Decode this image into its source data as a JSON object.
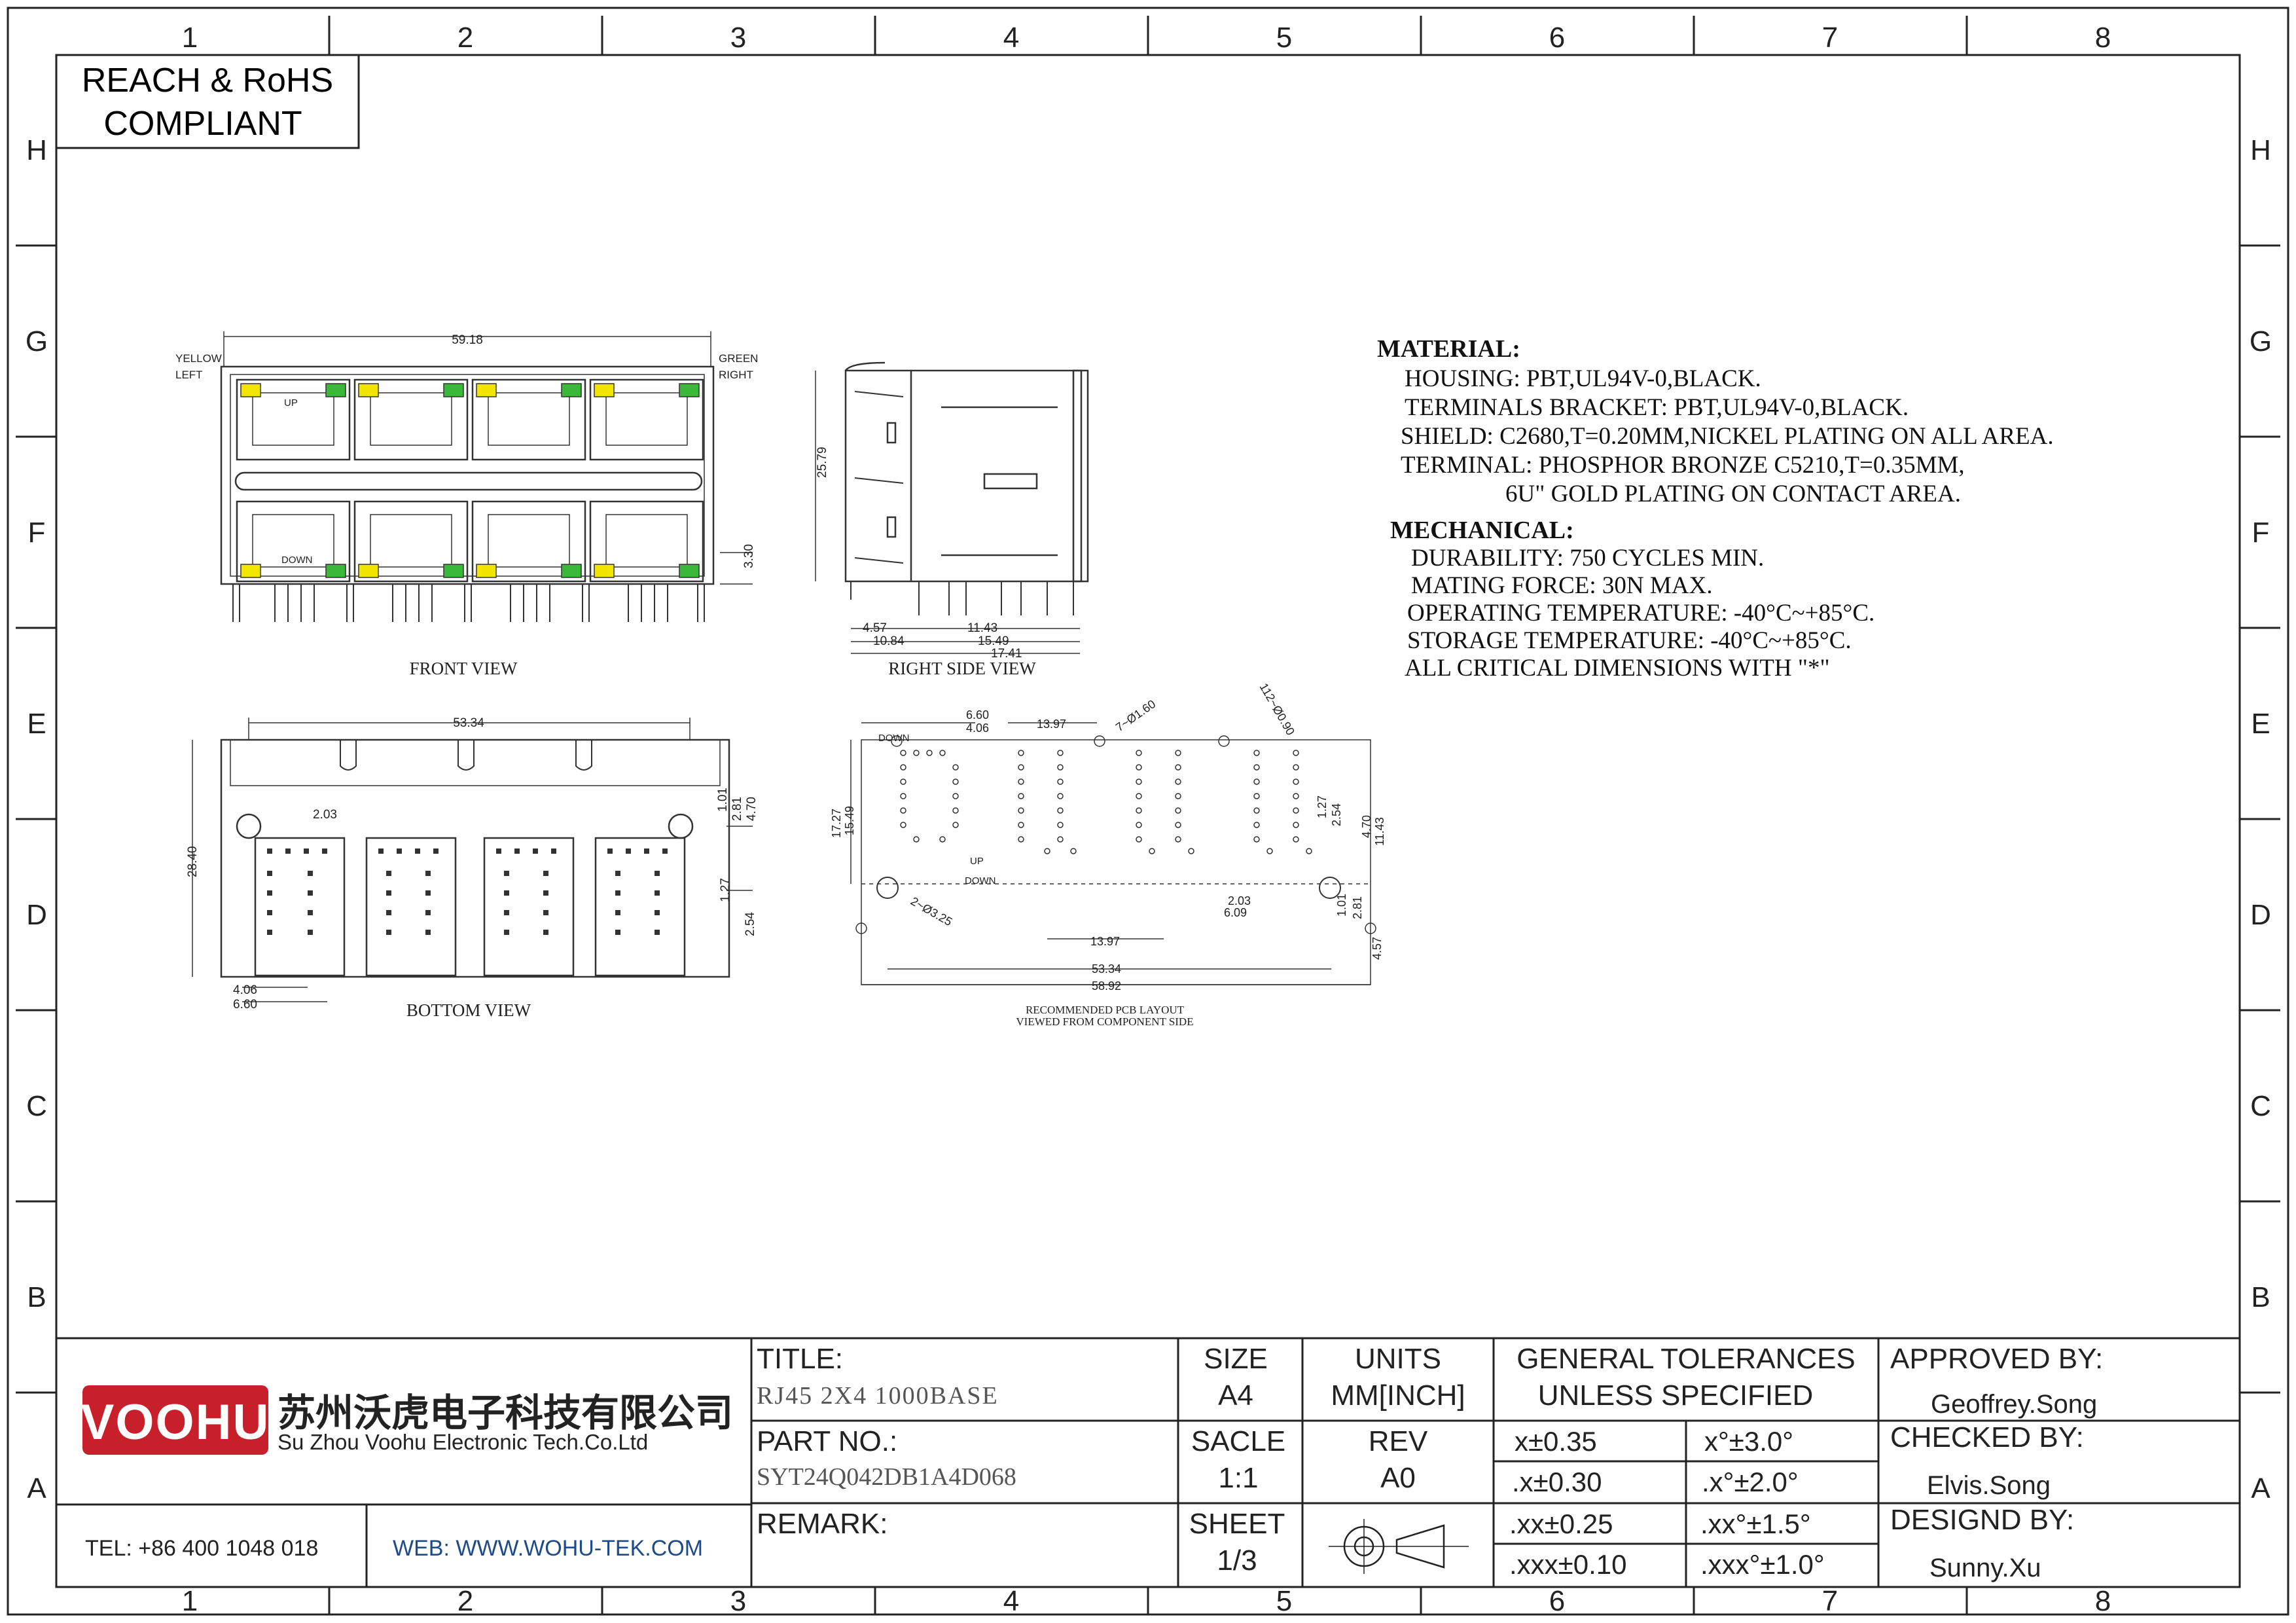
{
  "border": {
    "columns": [
      "1",
      "2",
      "3",
      "4",
      "5",
      "6",
      "7",
      "8"
    ],
    "rows": [
      "H",
      "G",
      "F",
      "E",
      "D",
      "C",
      "B",
      "A"
    ]
  },
  "compliance": {
    "line1": "REACH & RoHS",
    "line2": "COMPLIANT"
  },
  "material": {
    "heading": "MATERIAL:",
    "lines": [
      "HOUSING: PBT,UL94V-0,BLACK.",
      "TERMINALS BRACKET: PBT,UL94V-0,BLACK.",
      "SHIELD: C2680,T=0.20MM,NICKEL PLATING ON ALL AREA.",
      "TERMINAL: PHOSPHOR BRONZE C5210,T=0.35MM,",
      "6U\" GOLD PLATING ON CONTACT AREA."
    ]
  },
  "mechanical": {
    "heading": "MECHANICAL:",
    "lines": [
      "DURABILITY: 750 CYCLES MIN.",
      "MATING FORCE: 30N MAX.",
      "OPERATING TEMPERATURE: -40°C~+85°C.",
      "STORAGE TEMPERATURE: -40°C~+85°C.",
      "ALL CRITICAL DIMENSIONS WITH \"*\""
    ]
  },
  "views": {
    "front": {
      "label": "FRONT VIEW",
      "width_dim": "59.18",
      "yellow_label": "YELLOW",
      "left_label": "LEFT",
      "green_label": "GREEN",
      "right_label": "RIGHT",
      "up_label": "UP",
      "down_label": "DOWN",
      "side_dim": "3.30"
    },
    "right_side": {
      "label": "RIGHT SIDE VIEW",
      "height_dim": "25.79",
      "dims": [
        "4.57",
        "11.43",
        "10.84",
        "15.49",
        "17.41"
      ]
    },
    "bottom": {
      "label": "BOTTOM VIEW",
      "width_dim": "53.34",
      "height_dim": "28.40",
      "dims_top": "2.03",
      "dims_right": [
        "1.01",
        "2.81",
        "4.70",
        "1.27",
        "2.54"
      ],
      "dims_bottom": [
        "4.06",
        "6.60"
      ]
    },
    "pcb": {
      "label_line1": "RECOMMENDED PCB LAYOUT",
      "label_line2": "VIEWED FROM COMPONENT SIDE",
      "dims_top": [
        "6.60",
        "4.06",
        "13.97",
        "7~Ø1.60",
        "112~Ø0.90"
      ],
      "dims_left": [
        "17.27",
        "15.49"
      ],
      "dims_right": [
        "1.27",
        "2.54",
        "4.70",
        "11.43",
        "1.01",
        "2.81",
        "4.57"
      ],
      "dims_bottom": [
        "13.97",
        "53.34",
        "58.92",
        "2.03",
        "6.09",
        "2~Ø3.25"
      ],
      "down_label": "DOWN",
      "up_label": "UP"
    }
  },
  "title_block": {
    "logo": "VOOHU",
    "company_cn": "苏州沃虎电子科技有限公司",
    "company_en": "Su Zhou Voohu Electronic Tech.Co.Ltd",
    "tel": "TEL: +86 400 1048 018",
    "web": "WEB: WWW.WOHU-TEK.COM",
    "title_label": "TITLE:",
    "title_value": "RJ45 2X4 1000BASE",
    "part_label": "PART NO.:",
    "part_value": "SYT24Q042DB1A4D068",
    "remark_label": "REMARK:",
    "size_label": "SIZE",
    "size_value": "A4",
    "units_label": "UNITS",
    "units_value": "MM[INCH]",
    "scale_label": "SACLE",
    "scale_value": "1:1",
    "rev_label": "REV",
    "rev_value": "A0",
    "sheet_label": "SHEET",
    "sheet_value": "1/3",
    "tol_label1": "GENERAL TOLERANCES",
    "tol_label2": "UNLESS SPECIFIED",
    "tolerances": [
      {
        "lin": "x±0.35",
        "ang": "x°±3.0°"
      },
      {
        "lin": ".x±0.30",
        "ang": ".x°±2.0°"
      },
      {
        "lin": ".xx±0.25",
        "ang": ".xx°±1.5°"
      },
      {
        "lin": ".xxx±0.10",
        "ang": ".xxx°±1.0°"
      }
    ],
    "approved_label": "APPROVED BY:",
    "approved_value": "Geoffrey.Song",
    "checked_label": "CHECKED BY:",
    "checked_value": "Elvis.Song",
    "designed_label": "DESIGND BY:",
    "designed_value": "Sunny.Xu"
  }
}
